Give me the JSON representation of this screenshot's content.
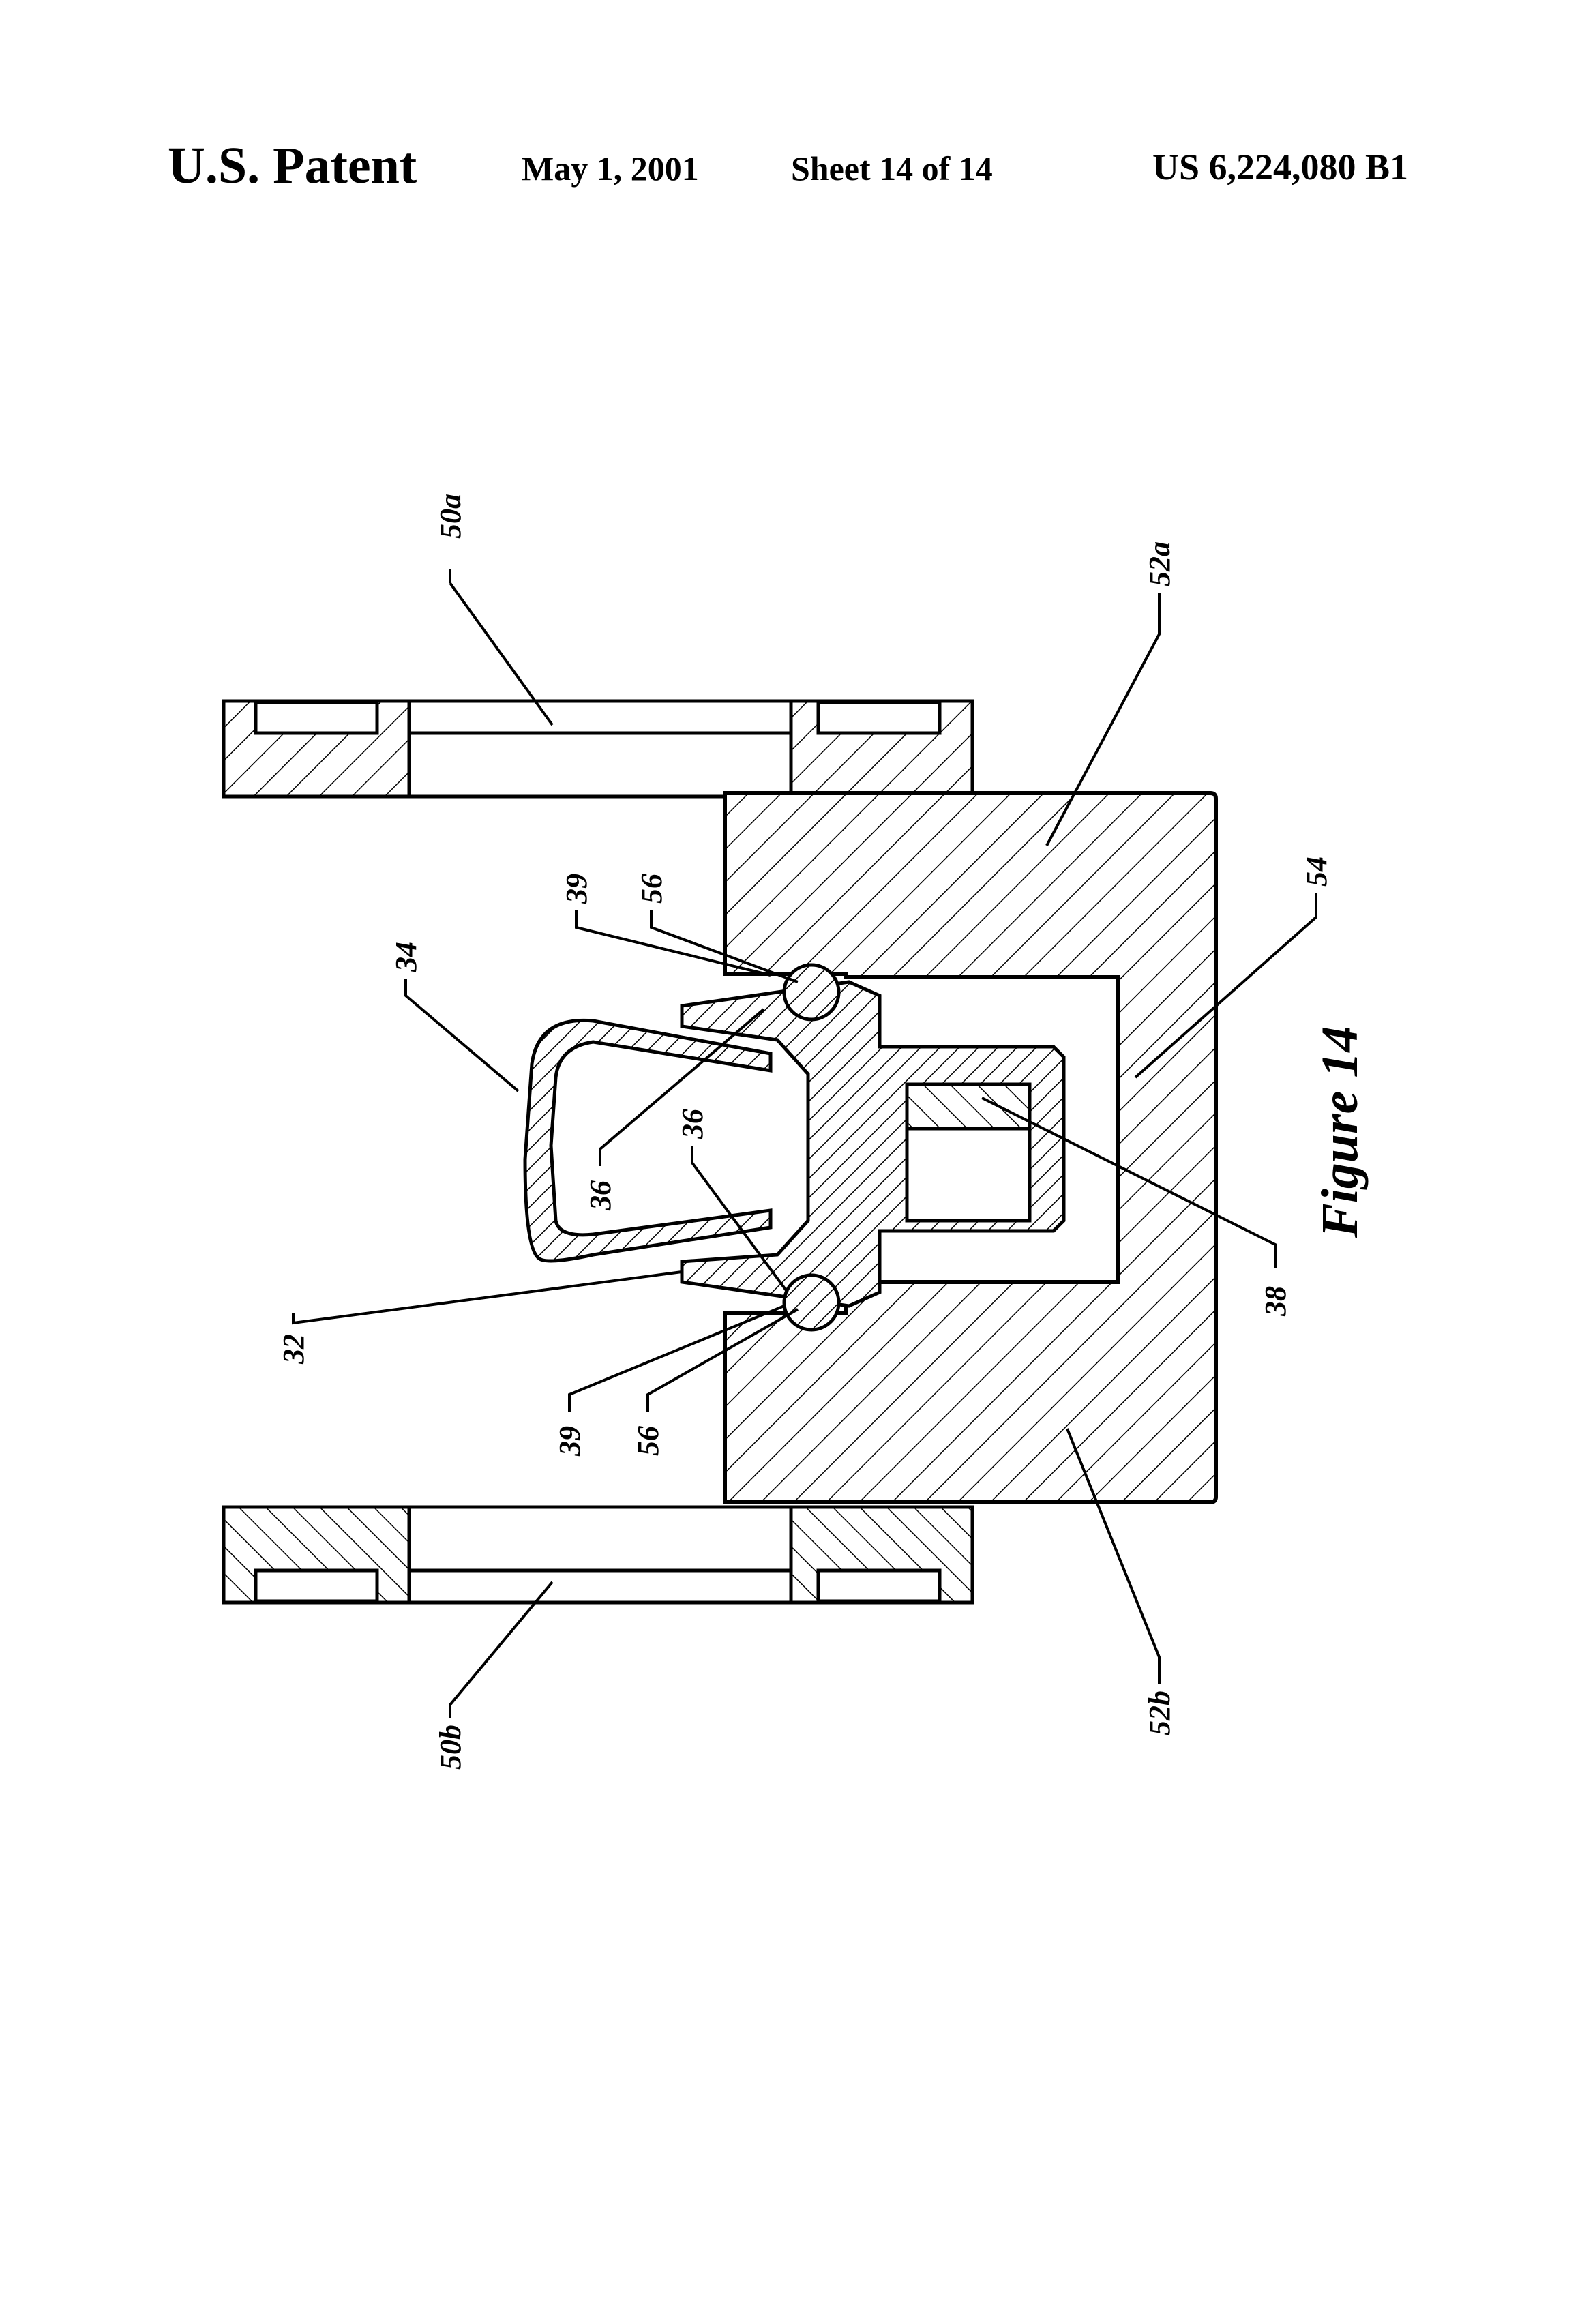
{
  "header": {
    "left": "U.S. Patent",
    "date": "May 1, 2001",
    "sheet": "Sheet 14 of 14",
    "number": "US 6,224,080 B1"
  },
  "figure": {
    "caption": "Figure 14",
    "labels": {
      "l50a": "50a",
      "l52a": "52a",
      "l54": "54",
      "l38": "38",
      "l52b": "52b",
      "l50b": "50b",
      "l39_top": "39",
      "l56_top": "56",
      "l34": "34",
      "l36_left": "36",
      "l36_right": "36",
      "l32": "32",
      "l39_bottom": "39",
      "l56_bottom": "56"
    }
  }
}
